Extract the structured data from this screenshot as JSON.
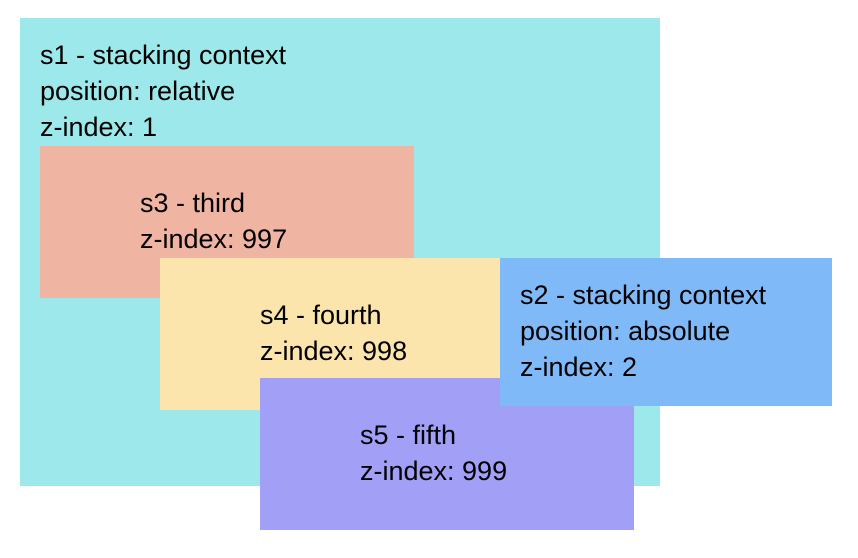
{
  "boxes": {
    "s1": {
      "lines": [
        "s1 - stacking context",
        "position: relative",
        "z-index: 1"
      ],
      "color": "#9de8ea"
    },
    "s3": {
      "lines": [
        "s3 - third",
        "z-index: 997"
      ],
      "color": "#efb5a2"
    },
    "s4": {
      "lines": [
        "s4 - fourth",
        "z-index: 998"
      ],
      "color": "#fbe5ad"
    },
    "s5": {
      "lines": [
        "s5 - fifth",
        "z-index: 999"
      ],
      "color": "#a19ff6"
    },
    "s2": {
      "lines": [
        "s2 - stacking context",
        "position: absolute",
        "z-index: 2"
      ],
      "color": "#80b9f8"
    }
  }
}
